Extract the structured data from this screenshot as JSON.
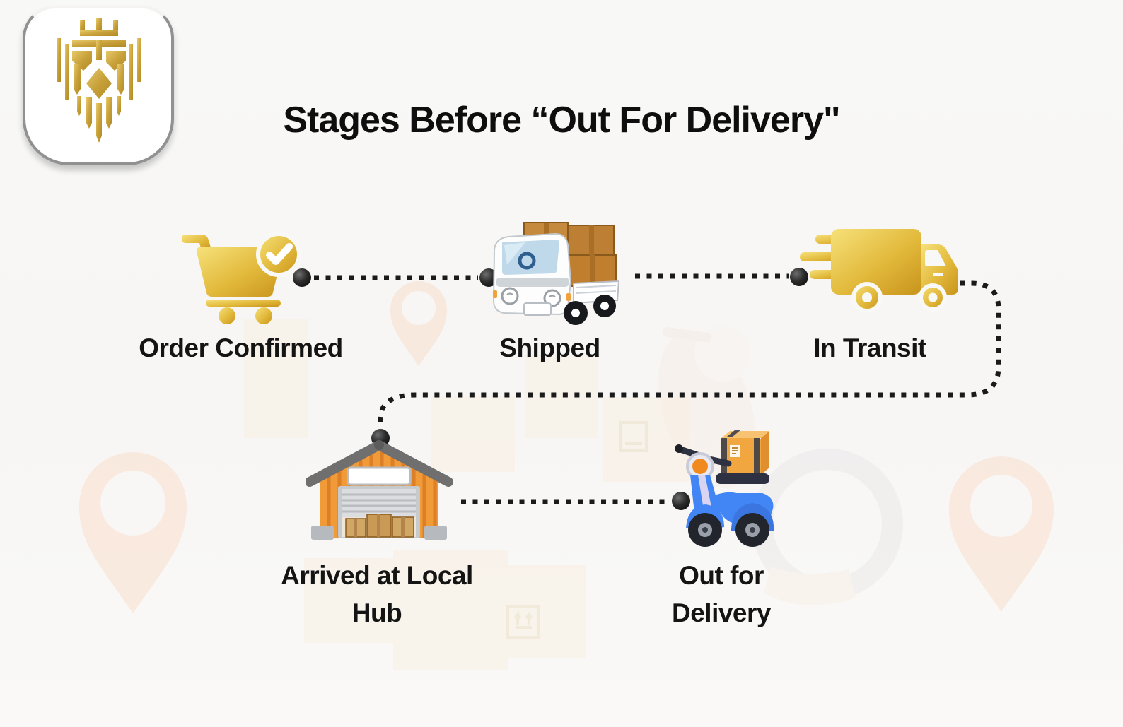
{
  "page": {
    "title": "Stages Before “Out For Delivery\""
  },
  "logo": {
    "name": "gold-crest-logo",
    "shape": "rounded-white-tile-with-gray-bottom-edge"
  },
  "stages": [
    {
      "label": "Order Confirmed",
      "icon": "cart-check-icon",
      "icon_style": "gold shopping cart with gold check badge"
    },
    {
      "label": "Shipped",
      "icon": "loaded-truck-icon",
      "icon_style": "white cartoon truck stacked with brown boxes"
    },
    {
      "label": "In Transit",
      "icon": "fast-delivery-truck-icon",
      "icon_style": "gold truck with speed lines"
    },
    {
      "label": "Arrived at Local Hub",
      "icon": "warehouse-icon",
      "icon_style": "orange warehouse with roller shutter and boxes"
    },
    {
      "label": "Out for Delivery",
      "icon": "delivery-scooter-icon",
      "icon_style": "blue scooter with orange parcel box"
    }
  ],
  "connectors": {
    "style": "dotted",
    "node_shape": "black-dot",
    "sequence": [
      "Order Confirmed → Shipped",
      "Shipped → In Transit",
      "In Transit → Arrived at Local Hub (wraps right edge down to second row)",
      "Arrived at Local Hub → Out for Delivery"
    ]
  },
  "background_watermarks": [
    "location-pin",
    "cardboard-boxes",
    "scooter",
    "this-side-up-symbol"
  ],
  "colors": {
    "background": "#f8f7f5",
    "title_color": "#0e0e0e",
    "label_color": "#141414",
    "gold_light": "#F6E17A",
    "gold_mid": "#E2B93B",
    "gold_dark": "#C28E15",
    "connector_color": "#1a1a1a",
    "node_dot_color": "#232323",
    "warehouse_orange": "#F09A38",
    "roof_gray": "#6F6F6F",
    "shutter_gray": "#DCDDE0",
    "box_tan": "#D0A765",
    "box_brown": "#C08330",
    "truck_white": "#FDFDFD",
    "windshield_blue": "#BFD9EA",
    "scooter_blue": "#4285F4",
    "scooter_box_orange": "#F2A63F",
    "watermark_orange": "#F9DECC"
  }
}
